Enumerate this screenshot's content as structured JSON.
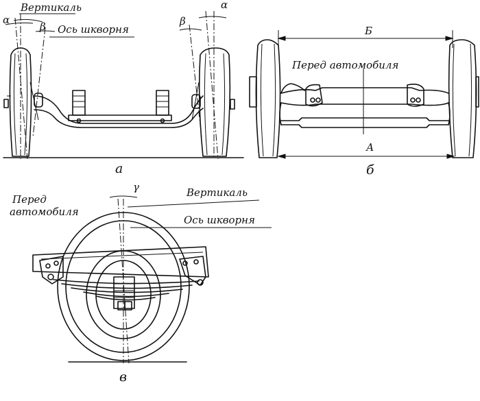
{
  "view_a": {
    "label_vertical": "Вертикаль",
    "label_kingpin_axis": "Ось шкворня",
    "angle_alpha_left": "α",
    "angle_alpha_right": "α",
    "angle_beta_left": "β",
    "angle_beta_right": "β",
    "caption": "а"
  },
  "view_b": {
    "label_front": "Перед автомобиля",
    "dim_B": "Б",
    "dim_A": "А",
    "caption": "б"
  },
  "view_v": {
    "label_front_line1": "Перед",
    "label_front_line2": "автомобиля",
    "label_vertical": "Вертикаль",
    "label_kingpin_axis": "Ось шкворня",
    "angle_gamma": "γ",
    "caption": "в"
  }
}
